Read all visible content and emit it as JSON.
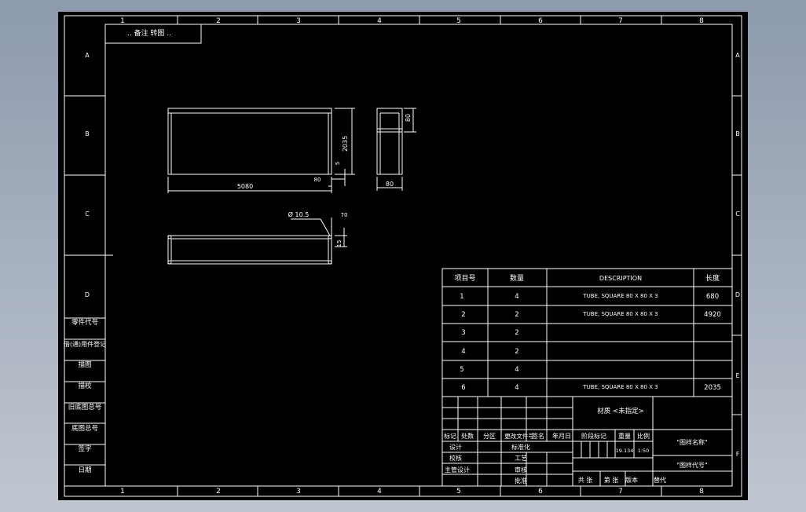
{
  "frame": {
    "col_labels": [
      "1",
      "2",
      "3",
      "4",
      "5",
      "6",
      "7",
      "8"
    ],
    "row_labels": [
      "A",
      "B",
      "C",
      "D",
      "E",
      "F"
    ]
  },
  "title_note": ".. 备注 转图 ..",
  "left_strip": {
    "labels": [
      "零件代号",
      "借(通)用件登记",
      "描图",
      "描校",
      "旧底图总号",
      "底图总号",
      "签字",
      "日期"
    ]
  },
  "views": {
    "front": {
      "width_dim": "5080",
      "height_dim": "2035",
      "small_dim_1": "80",
      "small_dim_2": "5"
    },
    "side": {
      "width_dim": "80",
      "height_dim": "80"
    },
    "top": {
      "diameter_dim": "Ø 10.5",
      "small_dim_1": "70",
      "small_dim_2": "15"
    }
  },
  "bom": {
    "headers": [
      "项目号",
      "数量",
      "DESCRIPTION",
      "长度"
    ],
    "rows": [
      {
        "item": "1",
        "qty": "4",
        "desc": "TUBE, SQUARE 80 X 80 X 3",
        "length": "680"
      },
      {
        "item": "2",
        "qty": "2",
        "desc": "TUBE, SQUARE 80 X 80 X 3",
        "length": "4920"
      },
      {
        "item": "3",
        "qty": "2",
        "desc": "",
        "length": ""
      },
      {
        "item": "4",
        "qty": "2",
        "desc": "",
        "length": ""
      },
      {
        "item": "5",
        "qty": "4",
        "desc": "",
        "length": ""
      },
      {
        "item": "6",
        "qty": "4",
        "desc": "TUBE, SQUARE 80 X 80 X 3",
        "length": "2035"
      }
    ]
  },
  "title_block": {
    "material": "材质 <未指定>",
    "rev_headers": [
      "标记",
      "处数",
      "分区",
      "更改文件号",
      "签名",
      "年月日"
    ],
    "roles": [
      "设计",
      "校核",
      "主管设计"
    ],
    "roles_right": [
      "标准化",
      "工艺",
      "审核",
      "批准"
    ],
    "stage_header": "阶段标记",
    "weight_header": "重量",
    "scale_header": "比例",
    "weight_value": "19.134",
    "scale_value": "1:50",
    "drawing_name": "\"图样名称\"",
    "drawing_number": "\"图样代号\"",
    "total_sheets": "共 张",
    "sheet_no": "第 张",
    "version": "版本",
    "replaces": "替代"
  }
}
